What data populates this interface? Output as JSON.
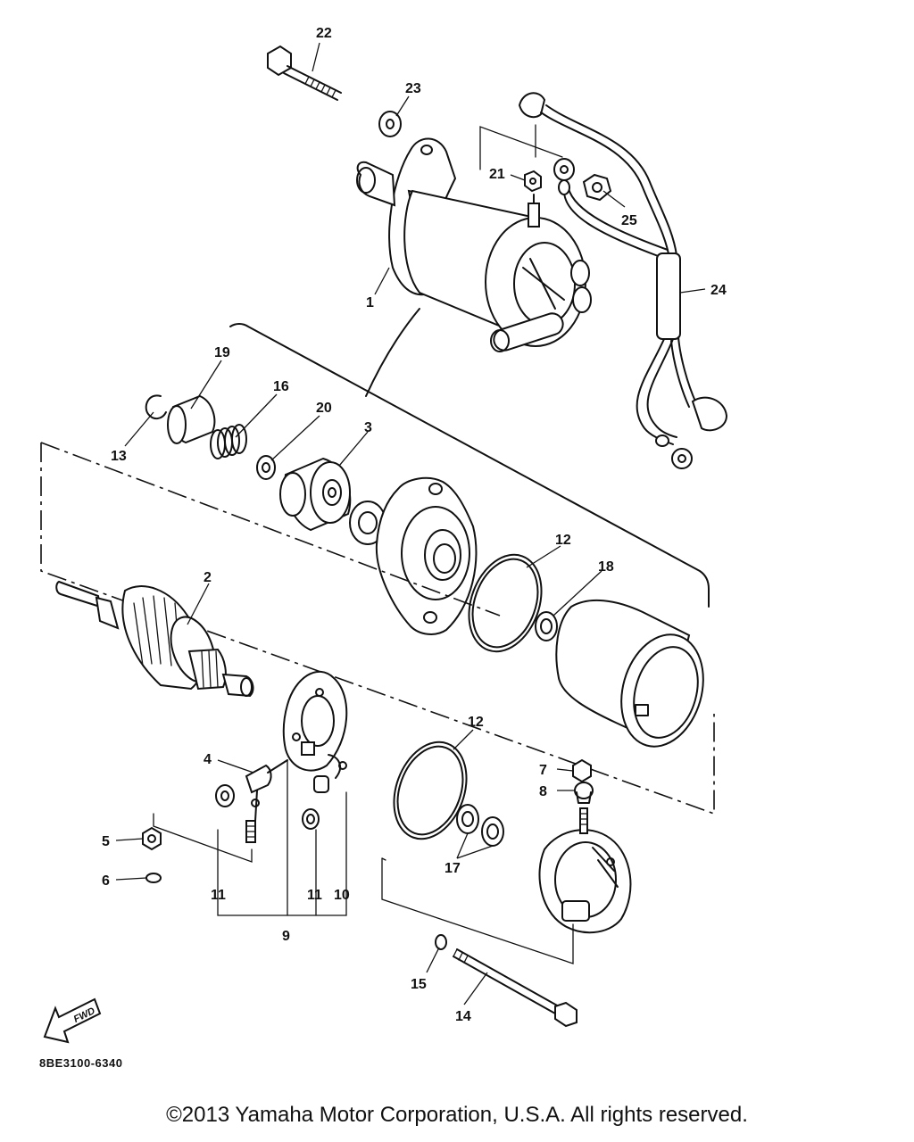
{
  "diagram": {
    "callouts": [
      "22",
      "23",
      "21",
      "25",
      "24",
      "1",
      "19",
      "16",
      "20",
      "3",
      "13",
      "12",
      "18",
      "2",
      "12",
      "4",
      "7",
      "8",
      "5",
      "6",
      "11",
      "11",
      "10",
      "9",
      "17",
      "15",
      "14"
    ],
    "fwd_label": "FWD",
    "code": "8BE3100-6340"
  },
  "footer": {
    "copyright": "©2013 Yamaha Motor Corporation, U.S.A. All rights reserved."
  }
}
